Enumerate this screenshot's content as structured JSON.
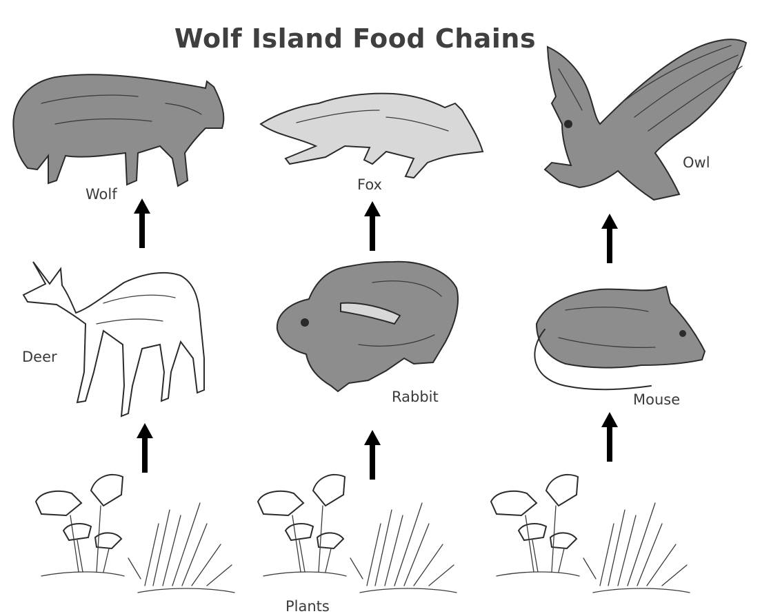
{
  "title": "Wolf Island Food Chains",
  "chains": [
    {
      "top": "Wolf",
      "middle": "Deer"
    },
    {
      "top": "Fox",
      "middle": "Rabbit"
    },
    {
      "top": "Owl",
      "middle": "Mouse"
    }
  ],
  "base_label": "Plants",
  "colors": {
    "text": "#3a3a3a",
    "arrow": "#000000",
    "sketch": "#8d8d8d"
  }
}
